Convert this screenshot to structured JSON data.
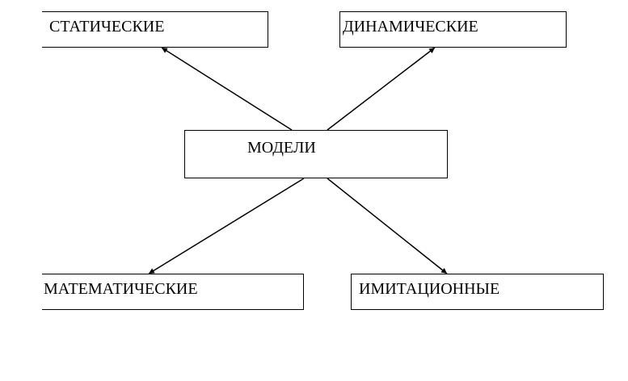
{
  "diagram": {
    "center": {
      "label": "МОДЕЛИ"
    },
    "nodes": {
      "static": {
        "label": "СТАТИЧЕСКИЕ"
      },
      "dynamic": {
        "label": "ДИНАМИЧЕСКИЕ"
      },
      "mathematical": {
        "label": "МАТЕМАТИЧЕСКИЕ"
      },
      "simulation": {
        "label": "ИМИТАЦИОННЫЕ"
      }
    },
    "edges": [
      {
        "from": "center",
        "to": "static"
      },
      {
        "from": "center",
        "to": "dynamic"
      },
      {
        "from": "center",
        "to": "mathematical"
      },
      {
        "from": "center",
        "to": "simulation"
      }
    ],
    "colors": {
      "line": "#000000",
      "box_border": "#000000",
      "text": "#000000",
      "background": "#ffffff"
    }
  }
}
